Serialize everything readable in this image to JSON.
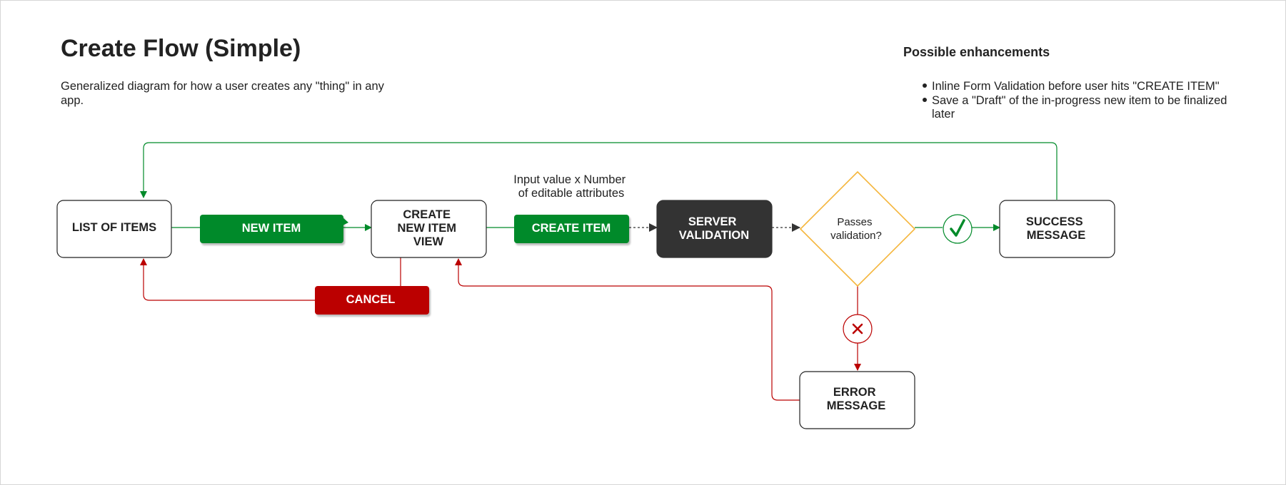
{
  "header": {
    "title": "Create Flow (Simple)",
    "description": [
      "Generalized diagram for how a user creates any \"thing\" in any",
      "app."
    ]
  },
  "enhancements": {
    "heading": "Possible enhancements",
    "items": [
      [
        "Inline Form Validation before user hits \"CREATE ITEM\""
      ],
      [
        "Save a \"Draft\" of the in-progress new item to be finalized",
        "later"
      ]
    ]
  },
  "nodes": {
    "list_of_items": [
      "LIST OF ITEMS"
    ],
    "create_view": [
      "CREATE",
      "NEW ITEM",
      "VIEW"
    ],
    "server_validation": [
      "SERVER",
      "VALIDATION"
    ],
    "decision": [
      "Passes",
      "validation?"
    ],
    "success": [
      "SUCCESS",
      "MESSAGE"
    ],
    "error": [
      "ERROR",
      "MESSAGE"
    ]
  },
  "buttons": {
    "new_item": "NEW ITEM",
    "create_item": "CREATE ITEM",
    "cancel": "CANCEL"
  },
  "annotation": [
    "Input value x Number",
    "of editable attributes"
  ],
  "colors": {
    "green": "#008a29",
    "red": "#bb0000",
    "dark": "#333333",
    "amber": "#f5b53a",
    "arrow_grey": "#555555"
  },
  "icons": {
    "success_marker": "checkmark-icon",
    "error_marker": "x-icon"
  }
}
